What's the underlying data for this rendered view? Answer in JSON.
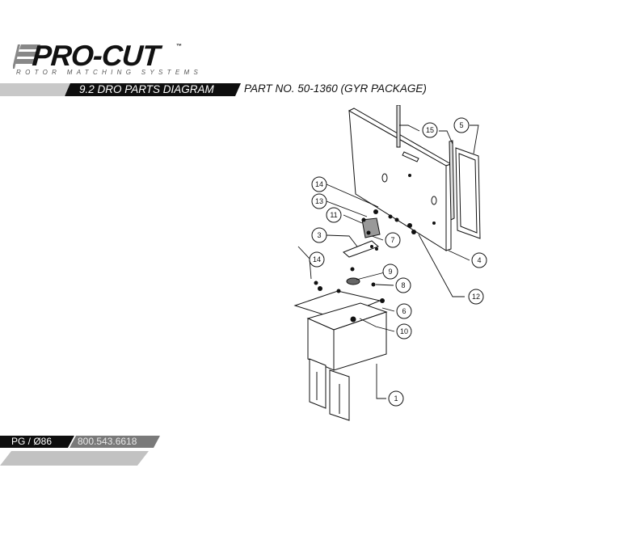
{
  "header": {
    "logo": {
      "brand": "PRO-CUT",
      "trademark": "™",
      "tagline": "ROTOR MATCHING SYSTEMS"
    },
    "section_title": "9.2 DRO PARTS DIAGRAM",
    "part_number": "PART NO. 50-1360  (GYR PACKAGE)"
  },
  "diagram": {
    "callouts": [
      {
        "id": "c1",
        "label": "1"
      },
      {
        "id": "c3",
        "label": "3"
      },
      {
        "id": "c4",
        "label": "4"
      },
      {
        "id": "c5",
        "label": "5"
      },
      {
        "id": "c6",
        "label": "6"
      },
      {
        "id": "c7",
        "label": "7"
      },
      {
        "id": "c8",
        "label": "8"
      },
      {
        "id": "c9",
        "label": "9"
      },
      {
        "id": "c10",
        "label": "10"
      },
      {
        "id": "c11",
        "label": "11"
      },
      {
        "id": "c12",
        "label": "12"
      },
      {
        "id": "c13",
        "label": "13"
      },
      {
        "id": "c14a",
        "label": "14"
      },
      {
        "id": "c14b",
        "label": "14"
      },
      {
        "id": "c15",
        "label": "15"
      }
    ]
  },
  "footer": {
    "page": "PG / Ø86",
    "phone": "800.543.6618"
  }
}
